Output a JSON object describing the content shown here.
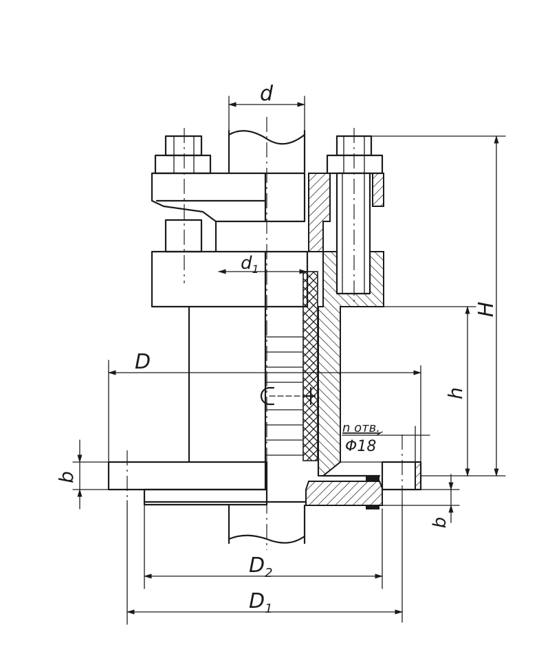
{
  "labels": {
    "d": "d",
    "d1": "d",
    "d1_sub": "1",
    "D": "D",
    "D1": "D",
    "D1_sub": "1",
    "D2": "D",
    "D2_sub": "2",
    "H": "H",
    "h": "h",
    "b": "b",
    "b_lower": "b",
    "holes_count": "n отв.",
    "holes_diameter": "Φ18"
  }
}
